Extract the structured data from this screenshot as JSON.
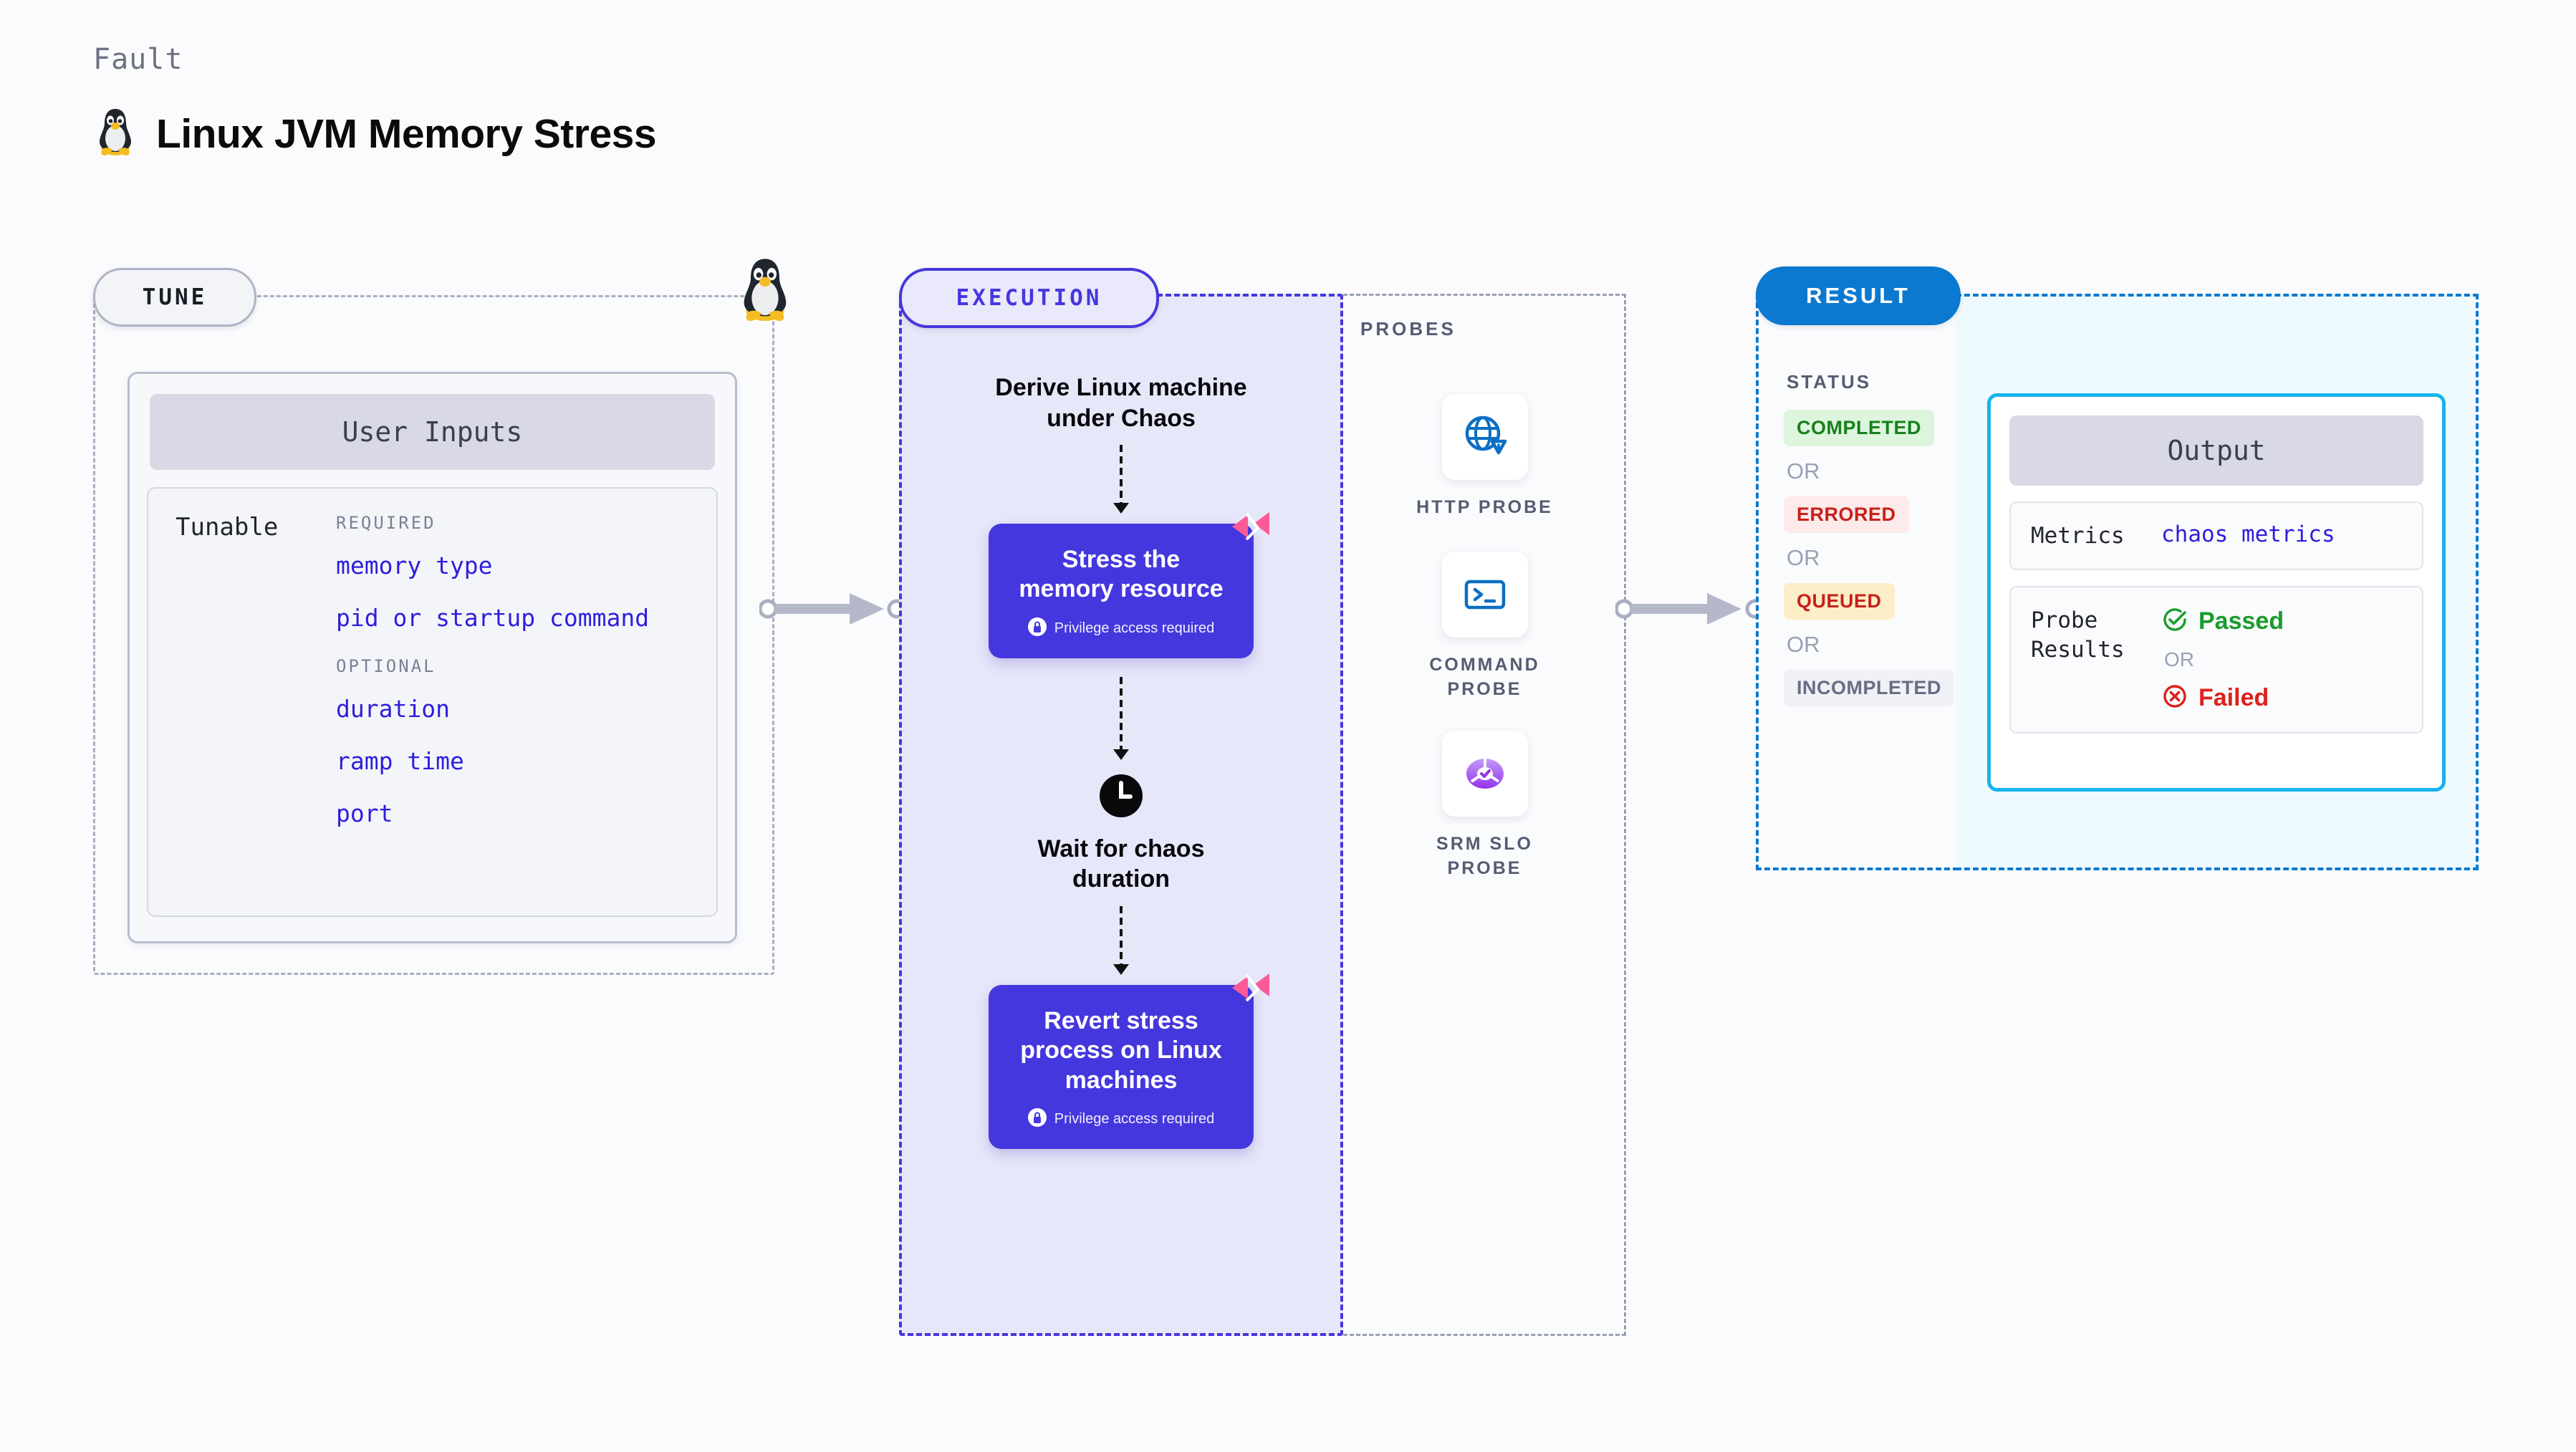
{
  "header": {
    "eyebrow": "Fault",
    "title": "Linux JVM Memory Stress",
    "icon": "linux-tux-icon"
  },
  "tune": {
    "badge": "TUNE",
    "card_title": "User Inputs",
    "tunable_label": "Tunable",
    "groups": [
      {
        "title": "REQUIRED",
        "items": [
          "memory type",
          "pid or startup command"
        ]
      },
      {
        "title": "OPTIONAL",
        "items": [
          "duration",
          "ramp time",
          "port"
        ]
      }
    ]
  },
  "execution": {
    "badge": "EXECUTION",
    "steps": [
      {
        "kind": "text",
        "label": "Derive Linux machine\nunder Chaos"
      },
      {
        "kind": "card",
        "label": "Stress the\nmemory resource",
        "privilege": "Privilege access required"
      },
      {
        "kind": "wait",
        "label": "Wait for chaos\nduration",
        "icon": "clock-icon"
      },
      {
        "kind": "card",
        "label": "Revert stress\nprocess on Linux\nmachines",
        "privilege": "Privilege access required"
      }
    ]
  },
  "probes": {
    "title": "PROBES",
    "items": [
      {
        "label": "HTTP PROBE",
        "icon": "globe-warning-icon"
      },
      {
        "label": "COMMAND\nPROBE",
        "icon": "terminal-icon"
      },
      {
        "label": "SRM SLO\nPROBE",
        "icon": "slo-donut-check-icon"
      }
    ]
  },
  "result": {
    "badge": "RESULT",
    "status_title": "STATUS",
    "or_label": "OR",
    "statuses": [
      {
        "label": "COMPLETED",
        "style": "chip-completed"
      },
      {
        "label": "ERRORED",
        "style": "chip-errored"
      },
      {
        "label": "QUEUED",
        "style": "chip-queued"
      },
      {
        "label": "INCOMPLETED",
        "style": "chip-incompleted"
      }
    ],
    "output": {
      "title": "Output",
      "metrics_label": "Metrics",
      "metrics_value": "chaos metrics",
      "probe_results_label": "Probe\nResults",
      "passed_label": "Passed",
      "failed_label": "Failed",
      "or_label": "OR"
    }
  },
  "colors": {
    "accent_purple": "#4537de",
    "accent_blue": "#0b79d0",
    "accent_cyan": "#16b4ec",
    "tunable_blue": "#2d1ede",
    "pink_litmus": "#fa5a96",
    "pass_green": "#1a9c2b",
    "fail_red": "#e0201b"
  }
}
